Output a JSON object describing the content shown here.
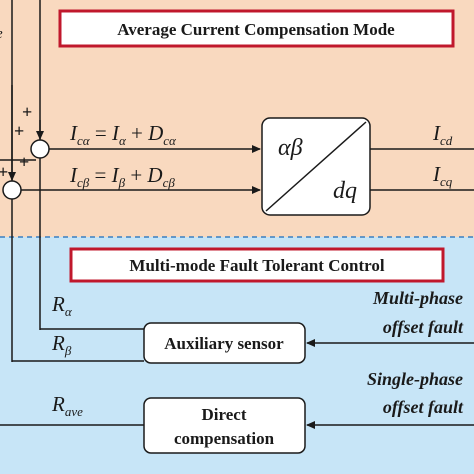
{
  "top_panel": {
    "title": "Average Current Compensation Mode",
    "eq_alpha": {
      "lhs": "I",
      "lhs_sub": "cα",
      "eq": " = ",
      "t1": "I",
      "t1_sub": "α",
      "plus": " + ",
      "t2": "D",
      "t2_sub": "cα"
    },
    "eq_beta": {
      "lhs": "I",
      "lhs_sub": "cβ",
      "eq": " = ",
      "t1": "I",
      "t1_sub": "β",
      "plus": " + ",
      "t2": "D",
      "t2_sub": "cβ"
    },
    "transform": {
      "top": "αβ",
      "bottom": "dq"
    },
    "out_d": {
      "main": "I",
      "sub": "cd"
    },
    "out_q": {
      "main": "I",
      "sub": "cq"
    },
    "sum_signs": [
      "+",
      "+",
      "+",
      "+"
    ],
    "left_fragment": "e"
  },
  "bottom_panel": {
    "title": "Multi-mode Fault Tolerant Control",
    "r_alpha": {
      "main": "R",
      "sub": "α"
    },
    "r_beta": {
      "main": "R",
      "sub": "β"
    },
    "r_ave": {
      "main": "R",
      "sub": "ave"
    },
    "aux_sensor": "Auxiliary sensor",
    "direct_comp": {
      "line1": "Direct",
      "line2": "compensation"
    },
    "multi_fault": {
      "line1": "Multi-phase",
      "line2": "offset fault"
    },
    "single_fault": {
      "line1": "Single-phase",
      "line2": "offset fault"
    }
  },
  "colors": {
    "top_bg": "#f9d9bf",
    "bottom_bg": "#c7e5f7",
    "title_border": "#c0182c",
    "dash": "#3a7fc1",
    "line": "#1a1a1a"
  }
}
